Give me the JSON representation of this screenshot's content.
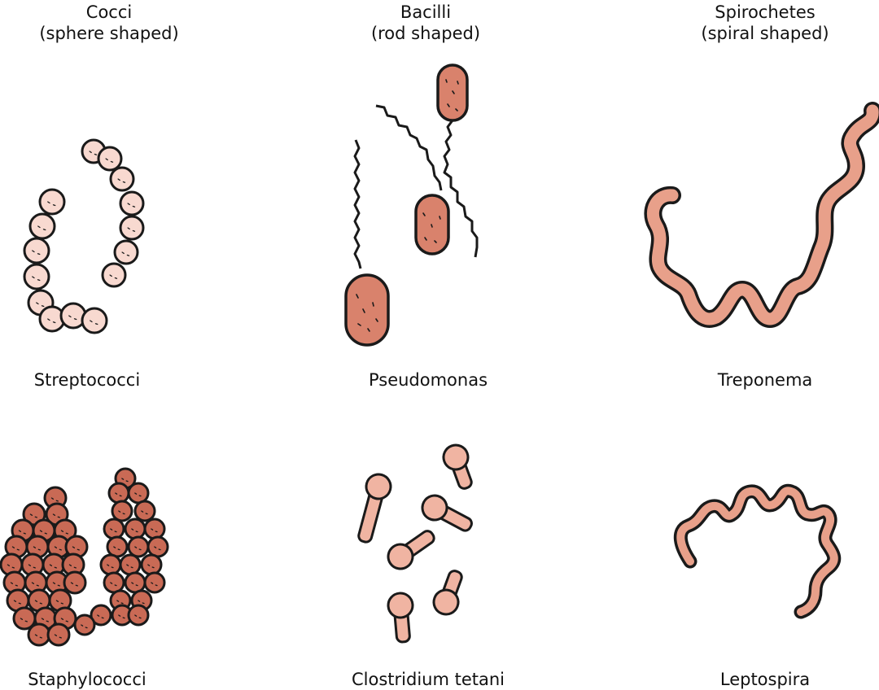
{
  "columns": [
    {
      "title": "Cocci",
      "subtitle": "(sphere shaped)"
    },
    {
      "title": "Bacilli",
      "subtitle": "(rod shaped)"
    },
    {
      "title": "Spirochetes",
      "subtitle": "(spiral shaped)"
    }
  ],
  "examples": {
    "streptococci": "Streptococci",
    "pseudomonas": "Pseudomonas",
    "treponema": "Treponema",
    "staphylococci": "Staphylococci",
    "clostridium": "Clostridium tetani",
    "leptospira": "Leptospira"
  },
  "colors": {
    "outline": "#1a1a1a",
    "cocci_light": "#f8d9d0",
    "staph_fill": "#c96a55",
    "rod_fill": "#d9826c",
    "spiral_fill": "#e8a08a",
    "clostridium_fill": "#f0b4a2"
  }
}
